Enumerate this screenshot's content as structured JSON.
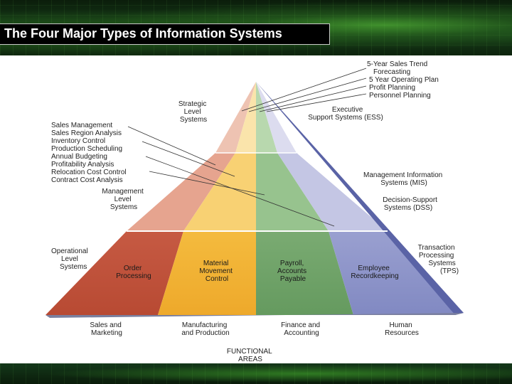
{
  "title": "The Four Major Types of Information Systems",
  "levels": {
    "strategic": [
      "Strategic",
      "Level",
      "Systems"
    ],
    "management": [
      "Management",
      "Level",
      "Systems"
    ],
    "operational": [
      "Operational",
      "Level",
      "Systems"
    ]
  },
  "system_types": {
    "ess": [
      "Executive",
      "Support Systems (ESS)"
    ],
    "mis": [
      "Management Information",
      "Systems (MIS)"
    ],
    "dss": [
      "Decision-Support",
      "Systems (DSS)"
    ],
    "tps": [
      "Transaction",
      "Processing",
      "Systems",
      "(TPS)"
    ]
  },
  "strategic_examples": [
    "5-Year Sales Trend",
    "Forecasting",
    "5 Year Operating Plan",
    "Profit Planning",
    "Personnel Planning"
  ],
  "management_examples": [
    "Sales Management",
    "Sales Region Analysis",
    "Inventory Control",
    "Production Scheduling",
    "Annual Budgeting",
    "Profitability Analysis",
    "Relocation Cost Control",
    "Contract Cost Analysis"
  ],
  "operational_cells": {
    "sales": [
      "Order",
      "Processing"
    ],
    "manufacturing": [
      "Material",
      "Movement",
      "Control"
    ],
    "finance": [
      "Payroll,",
      "Accounts",
      "Payable"
    ],
    "hr": [
      "Employee",
      "Recordkeeping"
    ]
  },
  "functional_areas": {
    "sales": [
      "Sales and",
      "Marketing"
    ],
    "manufacturing": [
      "Manufacturing",
      "and Production"
    ],
    "finance": [
      "Finance and",
      "Accounting"
    ],
    "hr": [
      "Human",
      "Resources"
    ]
  },
  "axis_label": [
    "FUNCTIONAL",
    "AREAS"
  ],
  "colors": {
    "sales": "#c9553f",
    "manufacturing": "#f2b233",
    "finance": "#6fa46a",
    "hr": "#8a90c6"
  }
}
